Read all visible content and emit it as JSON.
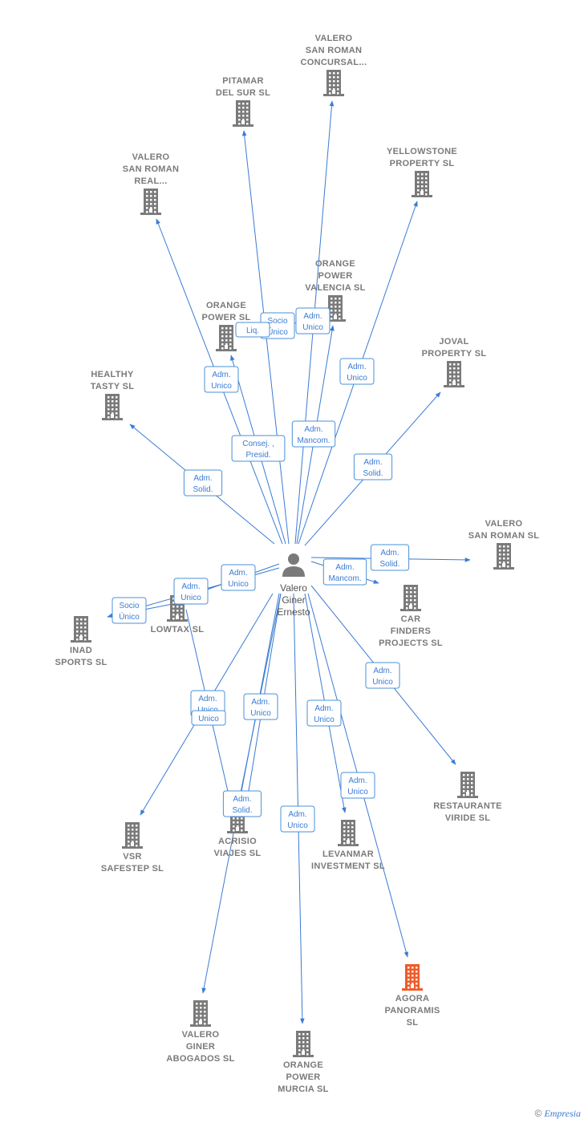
{
  "center": {
    "id": "person",
    "lines": [
      "Valero",
      "Giner",
      "Ernesto"
    ],
    "icon": "person-icon"
  },
  "colors": {
    "edge": "#3a7bd5",
    "building": "#7a7a7a",
    "highlight": "#f05a28"
  },
  "nodes": [
    {
      "id": "valero-san-roman-concursal",
      "lines": [
        "VALERO",
        "SAN ROMAN",
        "CONCURSAL..."
      ],
      "highlight": false
    },
    {
      "id": "pitamar-del-sur",
      "lines": [
        "PITAMAR",
        "DEL SUR SL"
      ],
      "highlight": false
    },
    {
      "id": "valero-san-roman-real",
      "lines": [
        "VALERO",
        "SAN ROMAN",
        "REAL..."
      ],
      "highlight": false
    },
    {
      "id": "yellowstone-property",
      "lines": [
        "YELLOWSTONE",
        "PROPERTY SL"
      ],
      "highlight": false
    },
    {
      "id": "orange-power-valencia",
      "lines": [
        "ORANGE",
        "POWER",
        "VALENCIA SL"
      ],
      "highlight": false
    },
    {
      "id": "orange-power",
      "lines": [
        "ORANGE",
        "POWER SL"
      ],
      "highlight": false
    },
    {
      "id": "joval-property",
      "lines": [
        "JOVAL",
        "PROPERTY SL"
      ],
      "highlight": false
    },
    {
      "id": "healthy-tasty",
      "lines": [
        "HEALTHY",
        "TASTY SL"
      ],
      "highlight": false
    },
    {
      "id": "valero-san-roman",
      "lines": [
        "VALERO",
        "SAN ROMAN SL"
      ],
      "highlight": false
    },
    {
      "id": "car-finders-projects",
      "lines": [
        "CAR",
        "FINDERS",
        "PROJECTS SL"
      ],
      "highlight": false
    },
    {
      "id": "lowtax",
      "lines": [
        "LOWTAX SL"
      ],
      "highlight": false
    },
    {
      "id": "inad-sports",
      "lines": [
        "INAD",
        "SPORTS SL"
      ],
      "highlight": false
    },
    {
      "id": "restaurante-viride",
      "lines": [
        "RESTAURANTE",
        "VIRIDE SL"
      ],
      "highlight": false
    },
    {
      "id": "vsr-safestep",
      "lines": [
        "VSR",
        "SAFESTEP SL"
      ],
      "highlight": false
    },
    {
      "id": "acrisio-viajes",
      "lines": [
        "ACRISIO",
        "VIAJES SL"
      ],
      "highlight": false
    },
    {
      "id": "levanmar-investment",
      "lines": [
        "LEVANMAR",
        "INVESTMENT SL"
      ],
      "highlight": false
    },
    {
      "id": "agora-panoramis",
      "lines": [
        "AGORA",
        "PANORAMIS",
        "SL"
      ],
      "highlight": true
    },
    {
      "id": "valero-giner-abogados",
      "lines": [
        "VALERO",
        "GINER",
        "ABOGADOS SL"
      ],
      "highlight": false
    },
    {
      "id": "orange-power-murcia",
      "lines": [
        "ORANGE",
        "POWER",
        "MURCIA SL"
      ],
      "highlight": false
    }
  ],
  "edges": [
    {
      "to": "valero-san-roman-concursal",
      "lines": [
        "Adm.",
        "Unico"
      ]
    },
    {
      "to": "pitamar-del-sur",
      "lines": [
        "Consej. ,",
        "Presid."
      ]
    },
    {
      "to": "valero-san-roman-real",
      "lines": [
        "Adm.",
        "Unico"
      ]
    },
    {
      "to": "yellowstone-property",
      "lines": [
        "Adm.",
        "Unico"
      ]
    },
    {
      "to": "orange-power-valencia",
      "lines": [
        "Adm.",
        "Mancom."
      ]
    },
    {
      "to": "orange-power",
      "lines": [
        "Socio",
        "Único"
      ]
    },
    {
      "to": "orange-power",
      "lines": [
        "Liq."
      ]
    },
    {
      "to": "joval-property",
      "lines": [
        "Adm.",
        "Solid."
      ]
    },
    {
      "to": "healthy-tasty",
      "lines": [
        "Adm.",
        "Solid."
      ]
    },
    {
      "to": "valero-san-roman",
      "lines": [
        "Adm.",
        "Solid."
      ]
    },
    {
      "to": "car-finders-projects",
      "lines": [
        "Adm.",
        "Mancom."
      ]
    },
    {
      "to": "lowtax",
      "lines": [
        "Adm.",
        "Unico"
      ]
    },
    {
      "to": "inad-sports",
      "lines": [
        "Adm.",
        "Unico"
      ]
    },
    {
      "to": "inad-sports",
      "lines": [
        "Socio",
        "Único"
      ]
    },
    {
      "to": "restaurante-viride",
      "lines": [
        "Adm.",
        "Unico"
      ]
    },
    {
      "to": "vsr-safestep",
      "lines": [
        "Adm.",
        "Unico"
      ]
    },
    {
      "to": "acrisio-viajes",
      "lines": [
        "Adm.",
        "Unico"
      ]
    },
    {
      "to": "acrisio-viajes",
      "lines": [
        "Adm.",
        "Solid."
      ]
    },
    {
      "to": "levanmar-investment",
      "lines": [
        "Adm.",
        "Unico"
      ]
    },
    {
      "to": "agora-panoramis",
      "lines": [
        "Adm.",
        "Unico"
      ]
    },
    {
      "to": "valero-giner-abogados",
      "lines": [
        "Adm.",
        "Unico"
      ]
    },
    {
      "to": "orange-power-murcia",
      "lines": [
        "Adm.",
        "Unico"
      ]
    },
    {
      "to": "acrisio-viajes",
      "lines": [
        "Unico"
      ]
    }
  ],
  "brand": {
    "copyright": "©",
    "name": "Empresia"
  }
}
